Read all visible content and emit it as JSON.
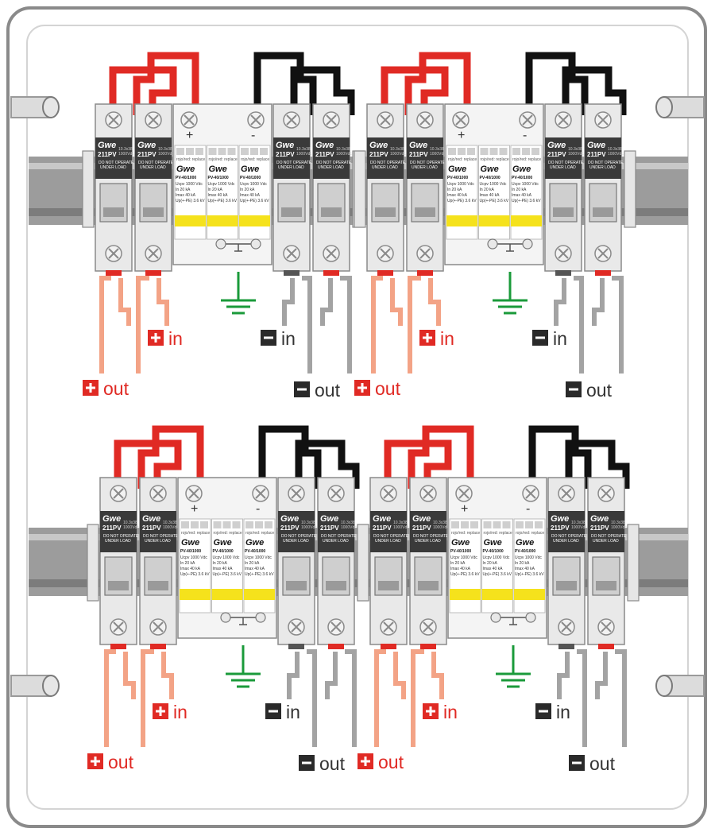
{
  "labels": {
    "plus_in": "in",
    "plus_out": "out",
    "minus_in": "in",
    "minus_out": "out",
    "plus_sign": "+",
    "minus_sign": "-"
  },
  "fuse": {
    "brand": "Gwe",
    "model": "211PV",
    "rating_line1": "10.3x38",
    "rating_line2": "1000Vdc",
    "warning_line1": "DO NOT OPERATE",
    "warning_line2": "UNDER LOAD"
  },
  "spd": {
    "brand": "Gwe",
    "model": "PV-40/1000",
    "replace_text": "rojo/red: replace",
    "spec_line1": "Ucpv   1000 Vdc",
    "spec_line2": "In       20 kA",
    "spec_line3": "Imax     40 kA",
    "spec_line4": "Up(+-PE) 3.6 kV",
    "plus_terminal": "+",
    "minus_terminal": "-"
  },
  "colors": {
    "positive": "#e02a24",
    "negative": "#111111",
    "positive_light": "#f3a386",
    "negative_light": "#a3a3a3",
    "ground": "#1a9a3a",
    "enclosure": "#8a8a8a",
    "yellow_band": "#f5e21c"
  },
  "icons": {
    "plus_box": "plus-box-icon",
    "minus_box": "minus-box-icon",
    "ground": "ground-icon",
    "screw": "screw-icon"
  }
}
